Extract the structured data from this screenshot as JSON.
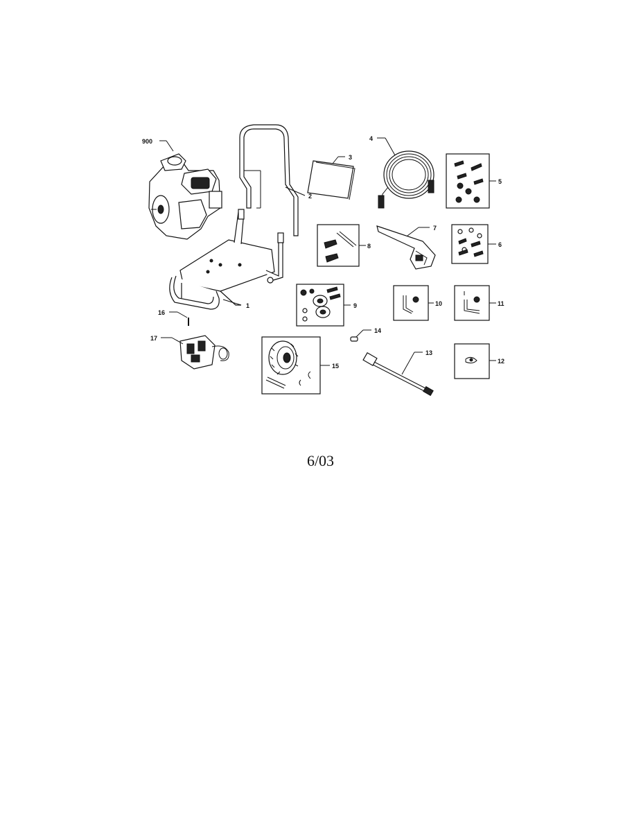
{
  "labels": {
    "p900": "900",
    "p1": "1",
    "p2": "2",
    "p3": "3",
    "p4": "4",
    "p5": "5",
    "p6": "6",
    "p7": "7",
    "p8": "8",
    "p9": "9",
    "p10": "10",
    "p11": "11",
    "p12": "12",
    "p13": "13",
    "p14": "14",
    "p15": "15",
    "p16": "16",
    "p17": "17"
  },
  "date": "6/03"
}
